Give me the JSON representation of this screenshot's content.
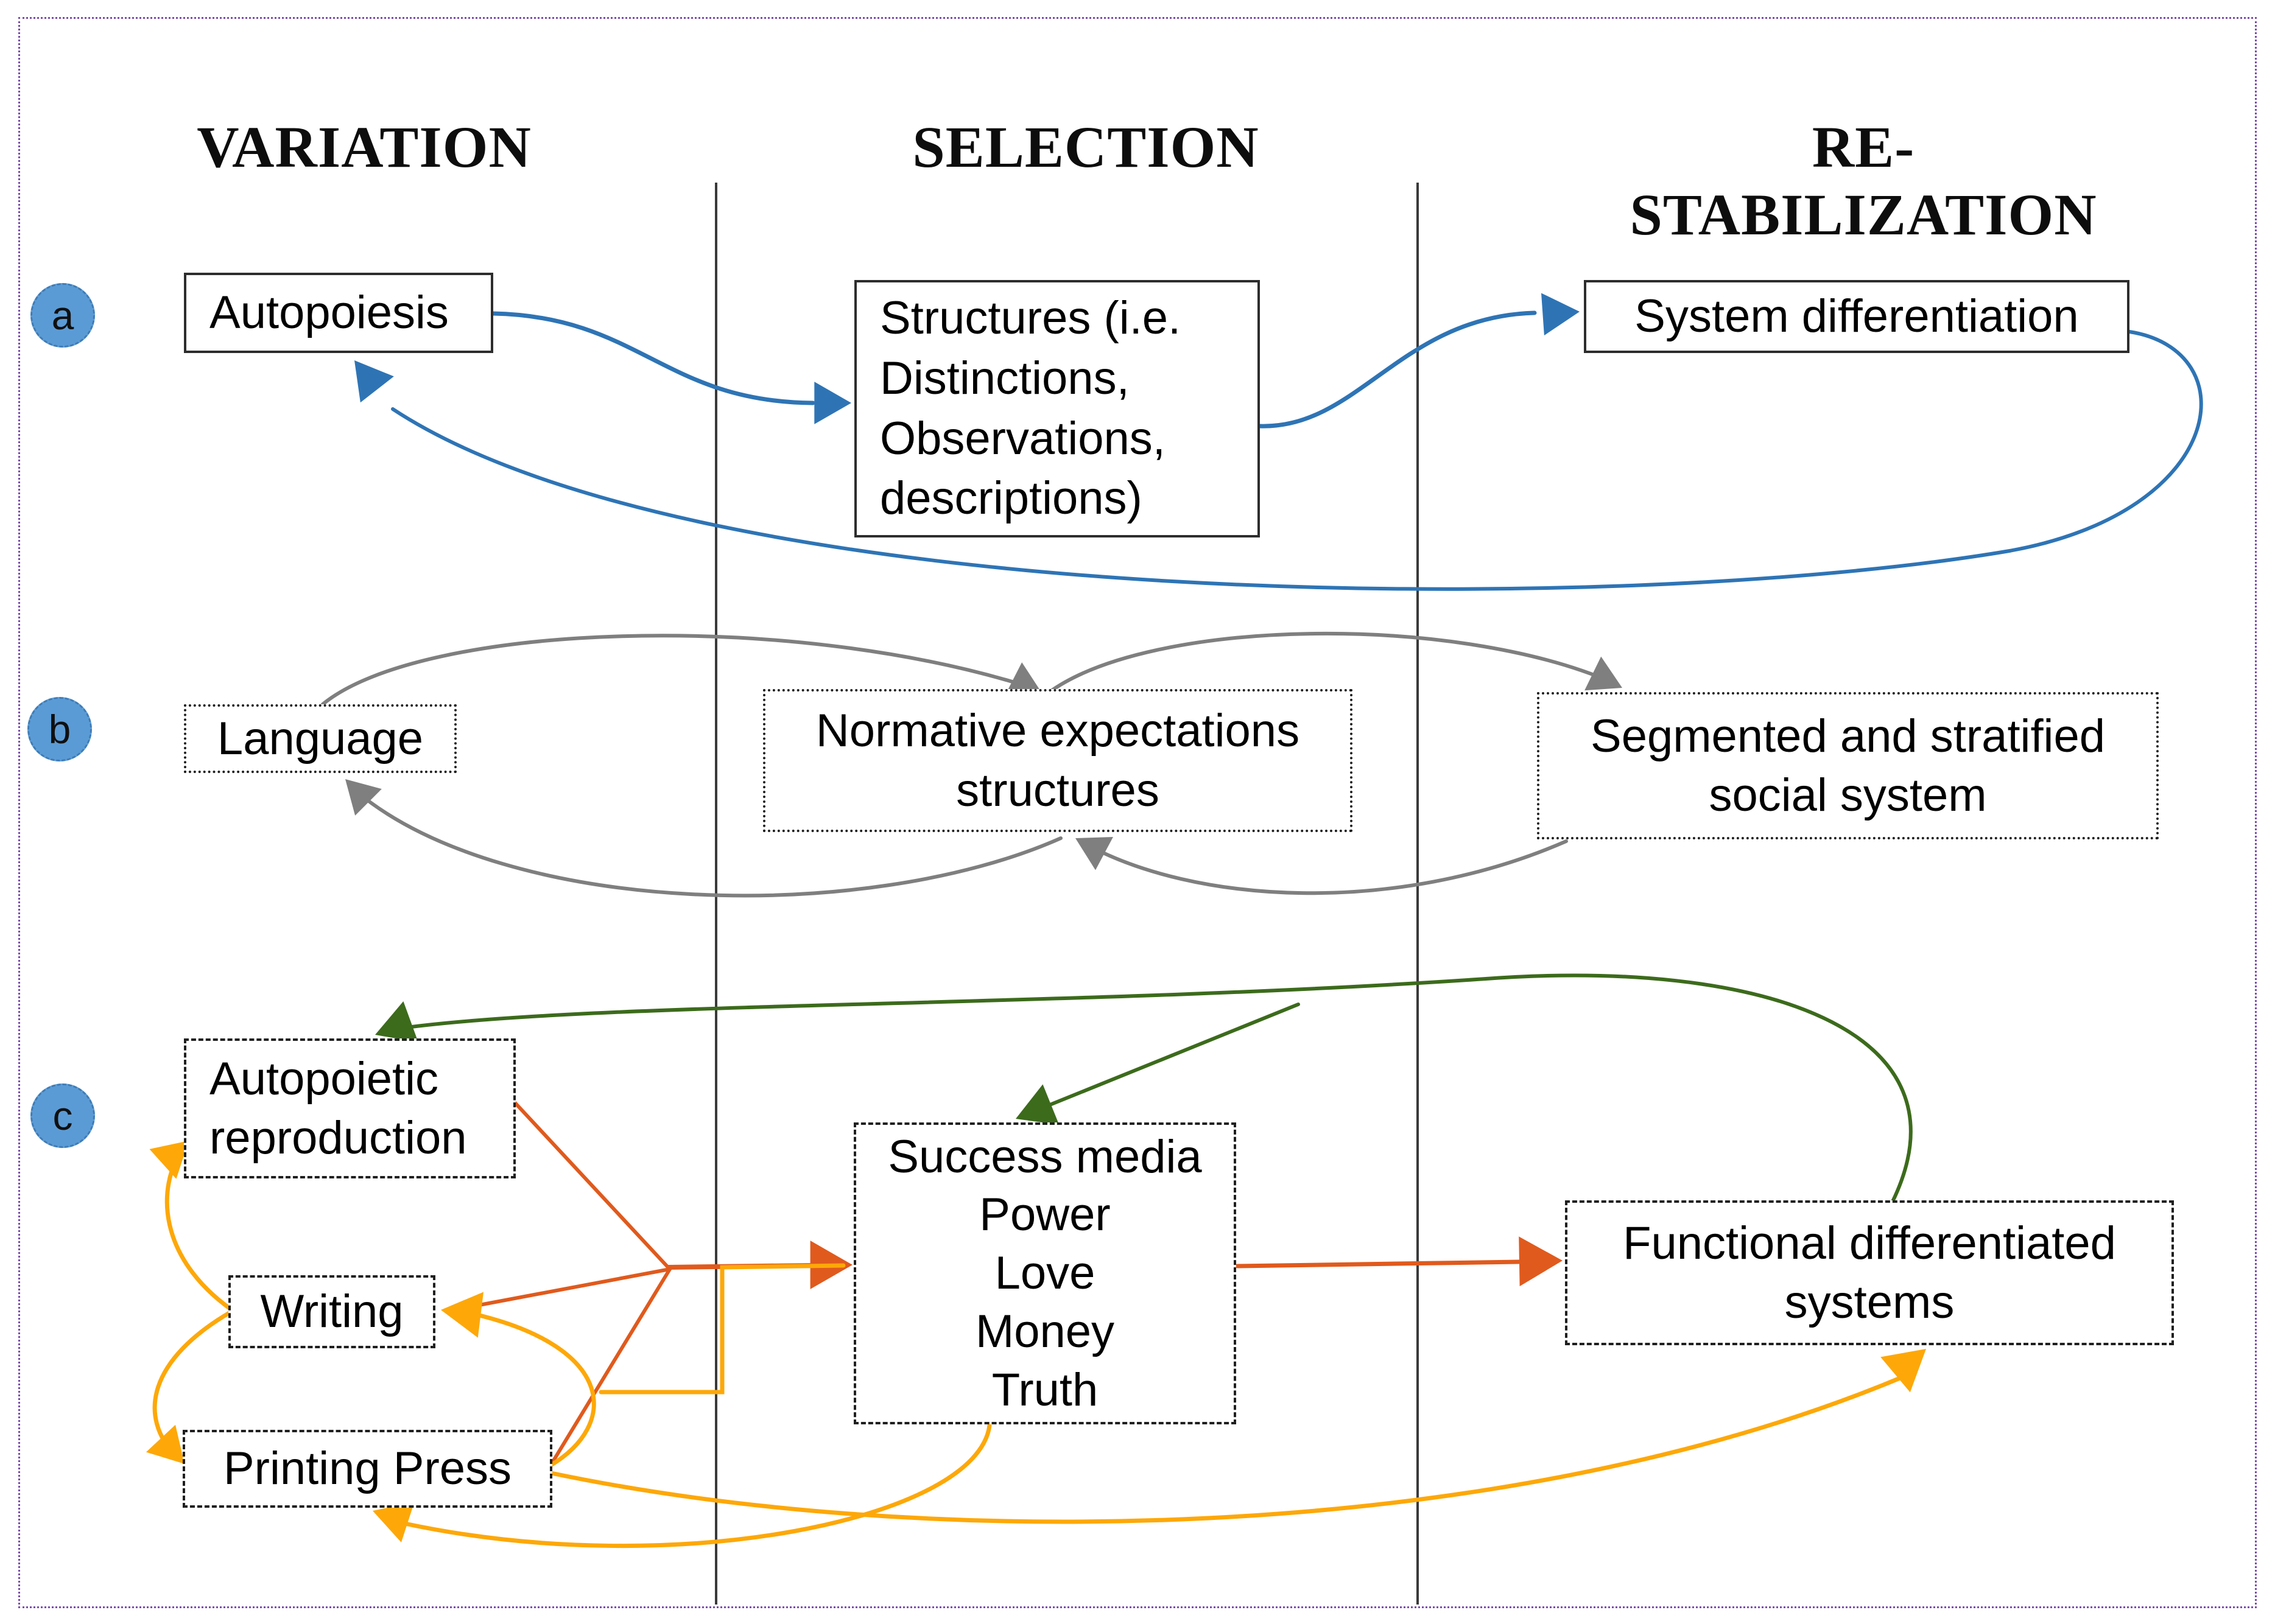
{
  "figure": {
    "kind": "three-phase systems-theory diagram",
    "rows": [
      "a",
      "b",
      "c"
    ]
  },
  "headers": {
    "variation": "VARIATION",
    "selection": "SELECTION",
    "restabilization": "RE-STABILIZATION"
  },
  "row_markers": {
    "a": "a",
    "b": "b",
    "c": "c"
  },
  "boxes": {
    "autopoiesis": {
      "label": "Autopoiesis"
    },
    "structures": {
      "lines": [
        "Structures (i.e.",
        "Distinctions,",
        "Observations,",
        "descriptions)"
      ]
    },
    "system_differentiation": {
      "label": "System differentiation"
    },
    "language": {
      "label": "Language"
    },
    "normative": {
      "lines": [
        "Normative expectations",
        "structures"
      ]
    },
    "segmented": {
      "lines": [
        "Segmented and stratified",
        "social system"
      ]
    },
    "autopoietic_reproduction": {
      "lines": [
        "Autopoietic",
        "reproduction"
      ]
    },
    "writing": {
      "label": "Writing"
    },
    "printing_press": {
      "label": "Printing Press"
    },
    "success_media": {
      "lines": [
        "Success media",
        "Power",
        "Love",
        "Money",
        "Truth"
      ]
    },
    "functional_systems": {
      "lines": [
        "Functional differentiated",
        "systems"
      ]
    }
  },
  "palette": {
    "blue": "#2e74b5",
    "gray": "#7f7f7f",
    "green": "#3c6b1c",
    "red": "#e05a1d",
    "yellow": "#fda808",
    "circle_fill": "#5b9bd5",
    "frame_purple": "#7b4bad",
    "divider_black": "#3a3a3a"
  }
}
